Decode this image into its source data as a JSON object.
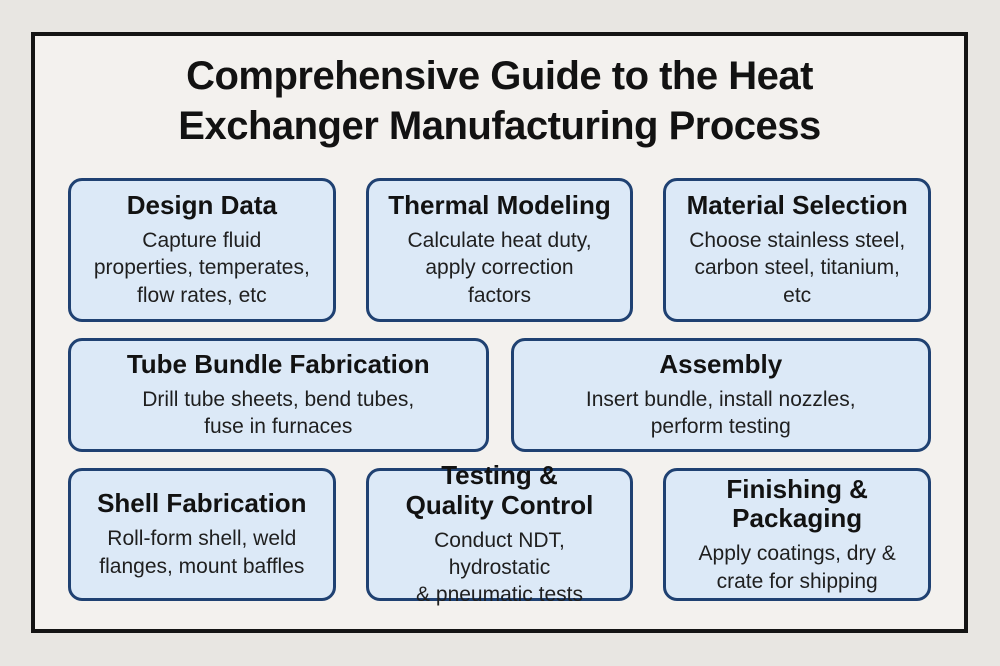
{
  "title": "Comprehensive Guide to the Heat\nExchanger Manufacturing Process",
  "colors": {
    "page_bg": "#e8e6e2",
    "frame_bg": "#f3f1ee",
    "frame_border": "#141414",
    "box_bg": "#dce9f7",
    "box_border": "#1f4172",
    "heading": "#121212",
    "body": "#1f1f1f"
  },
  "rows": [
    {
      "boxes": [
        {
          "heading": "Design Data",
          "body": "Capture fluid\nproperties, temperates,\nflow rates, etc"
        },
        {
          "heading": "Thermal Modeling",
          "body": "Calculate heat duty,\napply correction\nfactors"
        },
        {
          "heading": "Material Selection",
          "body": "Choose stainless steel,\ncarbon steel, titanium,\netc"
        }
      ]
    },
    {
      "boxes": [
        {
          "heading": "Tube Bundle Fabrication",
          "body": "Drill tube sheets, bend tubes,\nfuse in furnaces"
        },
        {
          "heading": "Assembly",
          "body": "Insert bundle, install nozzles,\nperform testing"
        }
      ]
    },
    {
      "boxes": [
        {
          "heading": "Shell Fabrication",
          "body": "Roll-form shell, weld\nflanges, mount baffles"
        },
        {
          "heading": "Testing &\nQuality Control",
          "body": "Conduct NDT, hydrostatic\n& pneumatic tests"
        },
        {
          "heading": "Finishing &\nPackaging",
          "body": "Apply coatings, dry &\ncrate for shipping"
        }
      ]
    }
  ]
}
